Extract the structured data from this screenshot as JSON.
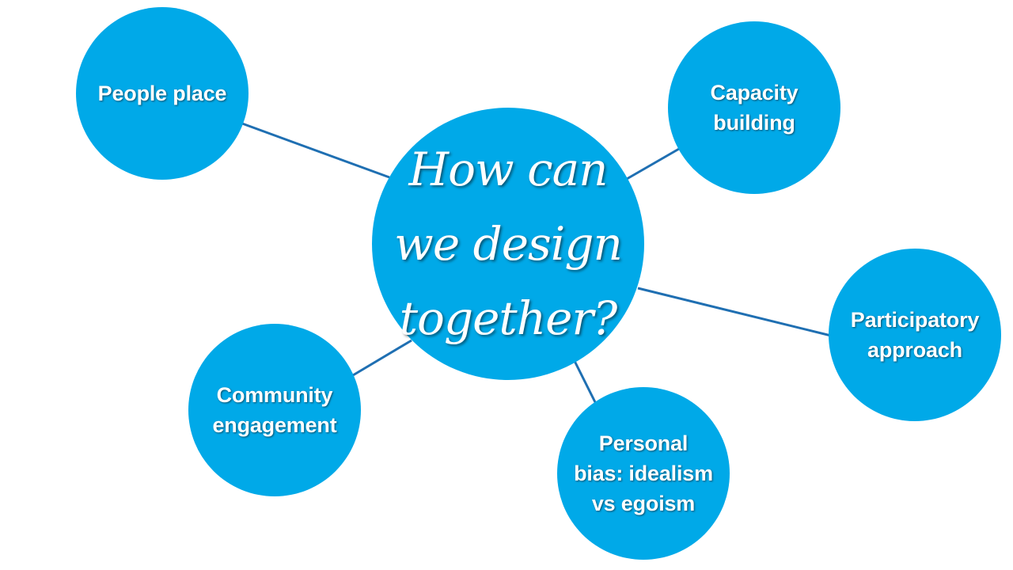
{
  "colors": {
    "node_fill": "#00A9E8",
    "connector": "#1F6FB2",
    "text": "#FFFFFF",
    "background": "#FFFFFF"
  },
  "center": {
    "label": "How can\nwe design\ntogether?"
  },
  "nodes": [
    {
      "id": "people-place",
      "label": "People place"
    },
    {
      "id": "capacity-building",
      "label": "Capacity\nbuilding"
    },
    {
      "id": "participatory-approach",
      "label": "Participatory\napproach"
    },
    {
      "id": "community-engagement",
      "label": "Community\nengagement"
    },
    {
      "id": "personal-bias",
      "label": "Personal\nbias: idealism\nvs egoism"
    }
  ]
}
